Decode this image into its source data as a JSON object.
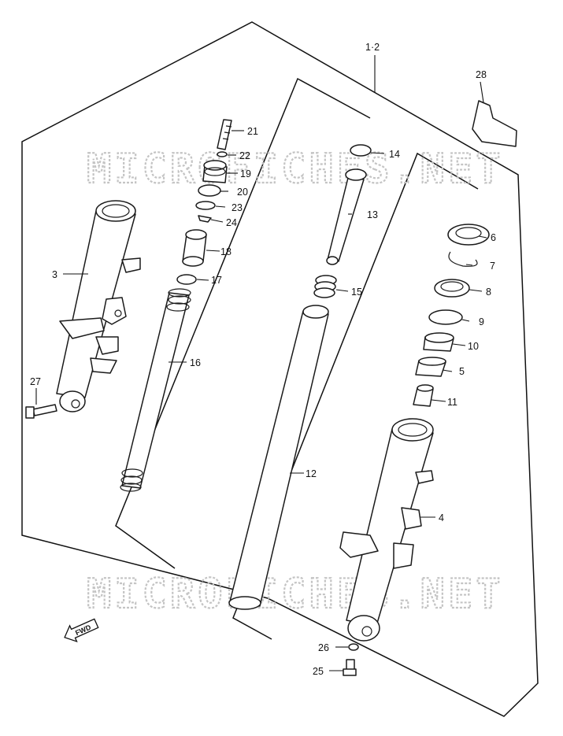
{
  "watermark": "MICROFICHES.NET",
  "direction_badge": "FWD",
  "assembly_label": "1·2",
  "callouts": [
    {
      "id": "1-2",
      "text": "1·2"
    },
    {
      "id": "3",
      "text": "3"
    },
    {
      "id": "4",
      "text": "4"
    },
    {
      "id": "5",
      "text": "5"
    },
    {
      "id": "6",
      "text": "6"
    },
    {
      "id": "7",
      "text": "7"
    },
    {
      "id": "8",
      "text": "8"
    },
    {
      "id": "9",
      "text": "9"
    },
    {
      "id": "10",
      "text": "10"
    },
    {
      "id": "11",
      "text": "11"
    },
    {
      "id": "12",
      "text": "12"
    },
    {
      "id": "13",
      "text": "13"
    },
    {
      "id": "14",
      "text": "14"
    },
    {
      "id": "15",
      "text": "15"
    },
    {
      "id": "16",
      "text": "16"
    },
    {
      "id": "17",
      "text": "17"
    },
    {
      "id": "18",
      "text": "18"
    },
    {
      "id": "19",
      "text": "19"
    },
    {
      "id": "20",
      "text": "20"
    },
    {
      "id": "21",
      "text": "21"
    },
    {
      "id": "22",
      "text": "22"
    },
    {
      "id": "23",
      "text": "23"
    },
    {
      "id": "24",
      "text": "24"
    },
    {
      "id": "25",
      "text": "25"
    },
    {
      "id": "26",
      "text": "26"
    },
    {
      "id": "27",
      "text": "27"
    },
    {
      "id": "28",
      "text": "28"
    }
  ]
}
